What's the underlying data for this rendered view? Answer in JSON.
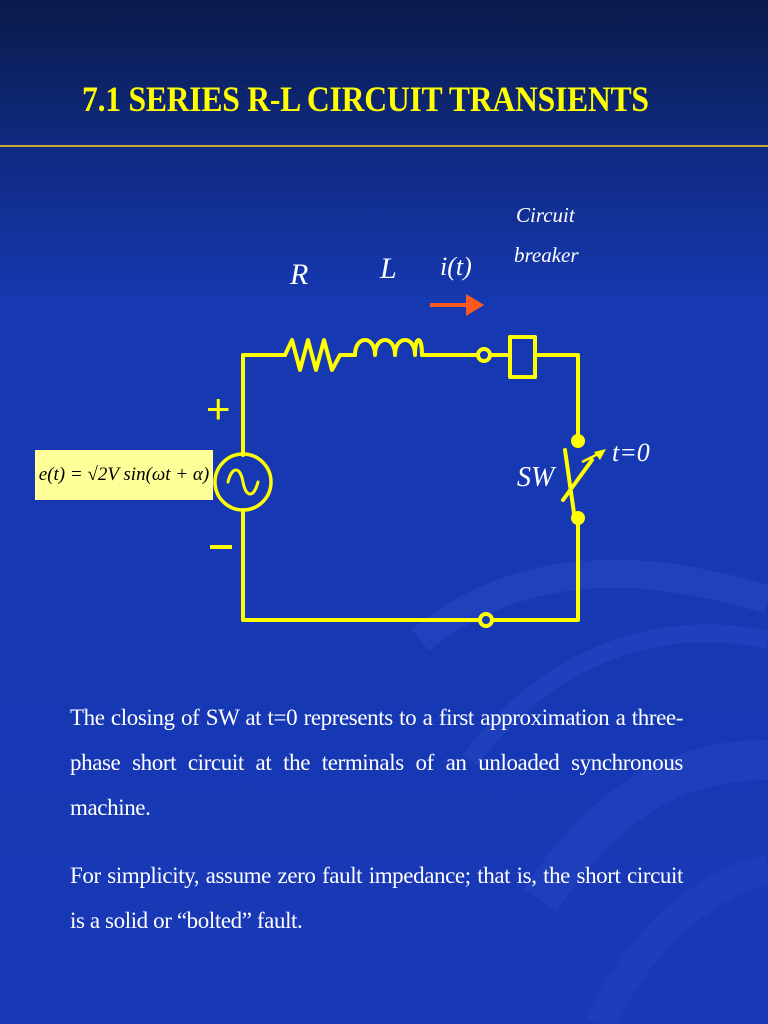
{
  "slide": {
    "title": "7.1   SERIES R-L CIRCUIT TRANSIENTS",
    "colors": {
      "title": "#ffff00",
      "wire": "#ffff00",
      "arrow": "#ff5a1e",
      "equation_bg": "#ffff99",
      "background": "#1838b6"
    }
  },
  "circuit": {
    "resistor_label": "R",
    "inductor_label": "L",
    "current_label": "i(t)",
    "breaker_label_line1": "Circuit",
    "breaker_label_line2": "breaker",
    "switch_label": "SW",
    "switch_time": "t=0",
    "plus_sign": "+",
    "minus_sign": "−",
    "source_equation": "e(t) = √2V sin(ωt + α)",
    "icons": [
      "resistor-icon",
      "inductor-icon",
      "ac-source-icon",
      "breaker-icon",
      "switch-icon",
      "arrow-right-icon"
    ]
  },
  "body": {
    "paragraph1": "The closing of SW at t=0 represents to a first approximation a three-phase short circuit at the terminals of an unloaded synchronous machine.",
    "paragraph2": "For simplicity, assume zero fault impedance; that is, the short circuit is a solid or “bolted” fault."
  }
}
